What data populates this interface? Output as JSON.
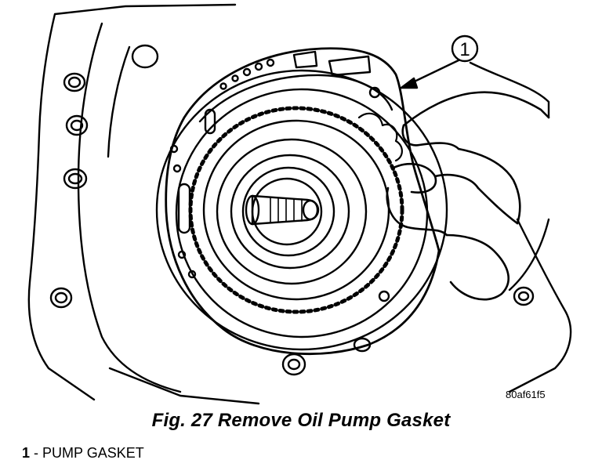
{
  "figure": {
    "code": "80af61f5",
    "caption": "Fig. 27 Remove Oil Pump Gasket",
    "callout_number": "1"
  },
  "legend": [
    {
      "number": "1",
      "separator": " - ",
      "label": "PUMP GASKET"
    }
  ]
}
